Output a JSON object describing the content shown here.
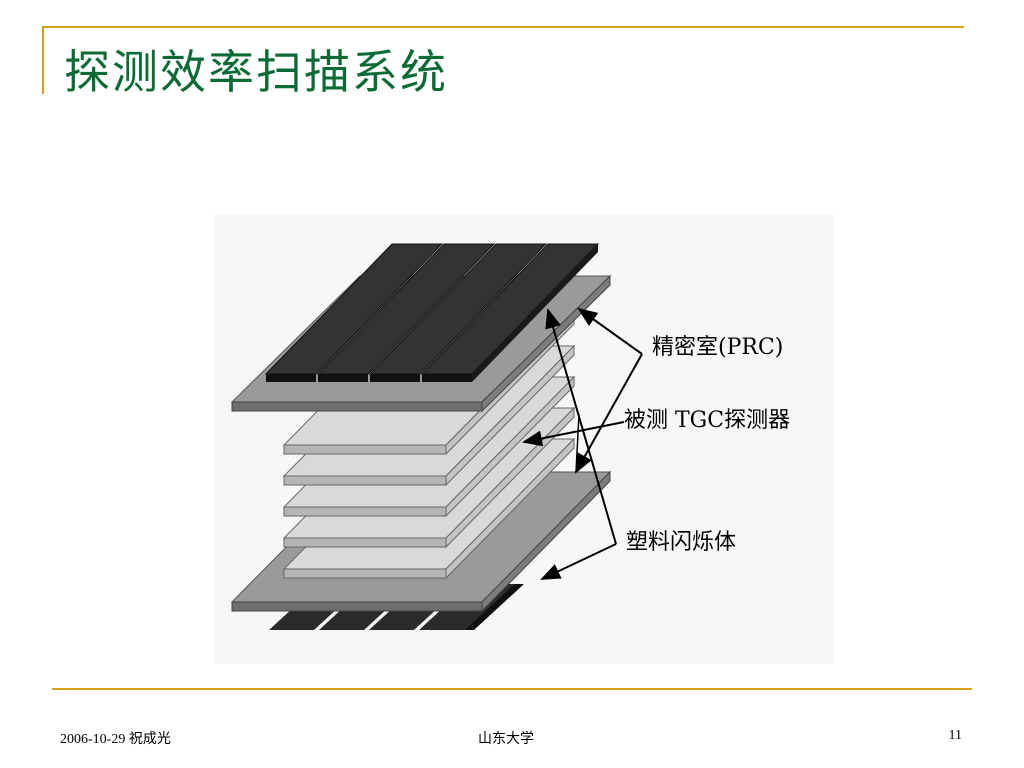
{
  "slide": {
    "title": "探测效率扫描系统"
  },
  "figure": {
    "labels": {
      "prc": "精密室(PRC)",
      "tgc": "被测 TGC探测器",
      "scintillator": "塑料闪烁体"
    }
  },
  "footer": {
    "date_author": "2006-10-29  祝成光",
    "institution": "山东大学",
    "page": "11"
  }
}
